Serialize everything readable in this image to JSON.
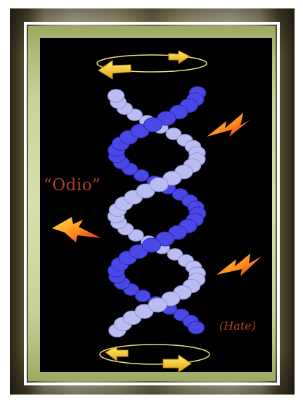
{
  "labels": {
    "odio": "“Odio”",
    "hate": "(Hate)"
  },
  "colors": {
    "panel": "#000000",
    "strand_dark": "#4a48e6",
    "strand_light": "#b9bdf2",
    "label_text": "#b04125",
    "arrow_yellow": "#ffd83a",
    "bolt_red": "#e8301c"
  },
  "icons": [
    "rotation-arrows-icon",
    "lightning-bolt-icon",
    "dna-helix-illustration"
  ]
}
